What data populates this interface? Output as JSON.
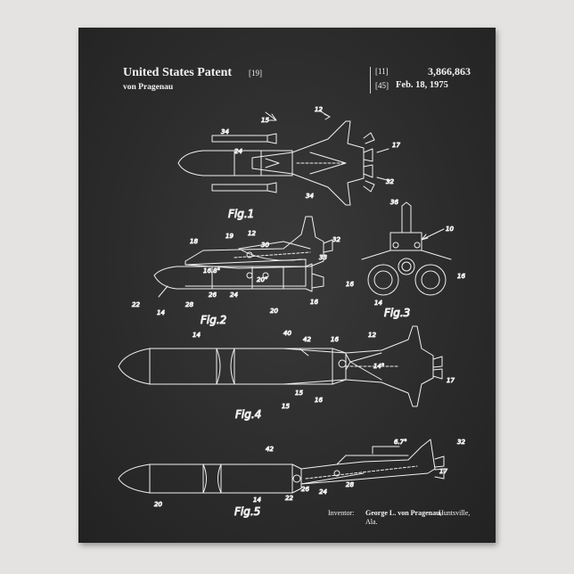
{
  "header": {
    "title": "United States Patent",
    "ref_19": "[19]",
    "author": "von Pragenau",
    "ref_11": "[11]",
    "patent_number": "3,866,863",
    "ref_45": "[45]",
    "date": "Feb. 18, 1975"
  },
  "figures": {
    "fig1": "Fig.1",
    "fig2": "Fig.2",
    "fig3": "Fig.3",
    "fig4": "Fig.4",
    "fig5": "Fig.5"
  },
  "inventor": {
    "label": "Inventor:",
    "name": "George L. von Pragenau,",
    "city": "Huntsville,",
    "state": "Ala."
  },
  "colors": {
    "board": "#2c2c2c",
    "chalk": "#f2f2f2",
    "wall": "#e4e3e1"
  }
}
